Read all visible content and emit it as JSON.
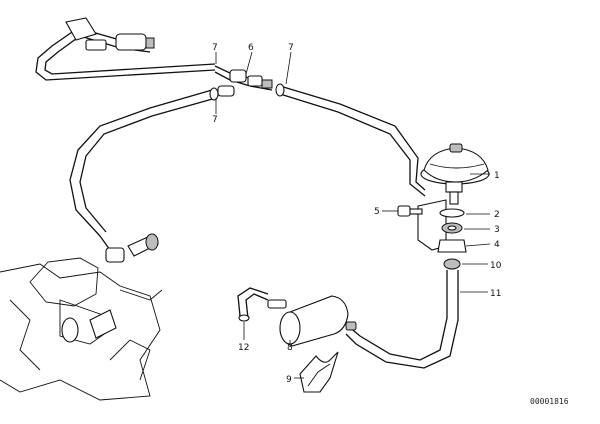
{
  "diagram": {
    "document_number": "00001816",
    "callouts": {
      "c1": "1",
      "c2": "2",
      "c3": "3",
      "c4": "4",
      "c5": "5",
      "c6": "6",
      "c7a": "7",
      "c7b": "7",
      "c7c": "7",
      "c8": "8",
      "c9": "9",
      "c10": "10",
      "c11": "11",
      "c12": "12"
    }
  }
}
